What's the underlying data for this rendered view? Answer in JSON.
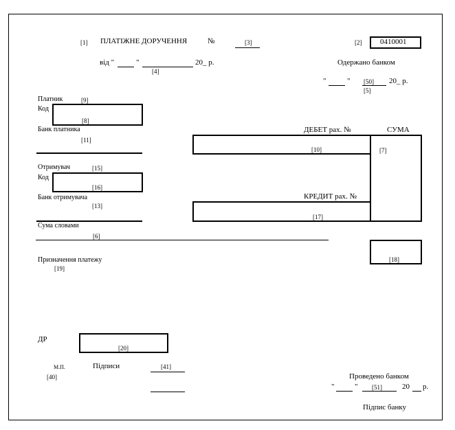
{
  "header": {
    "ref1": "[1]",
    "title": "ПЛАТІЖНЕ ДОРУЧЕННЯ",
    "number_sign": "№",
    "ref3": "[3]",
    "ref2": "[2]",
    "form_code": "0410001",
    "date_from": "від \"",
    "quote": "\"",
    "year_suffix": "20_ р.",
    "ref4": "[4]",
    "received_by_bank": "Одержано банком",
    "quote_open": "\"",
    "quote_close": "\"",
    "ref50": "[50]",
    "year_received": "20_ р.",
    "ref5": "[5]"
  },
  "payer": {
    "label": "Платник",
    "ref9": "[9]",
    "code_label": "Код",
    "ref8": "[8]",
    "bank_label": "Банк платника",
    "ref11": "[11]"
  },
  "debit": {
    "label": "ДЕБЕТ рах. №",
    "ref10": "[10]",
    "sum_label": "СУМА",
    "ref7": "[7]"
  },
  "recipient": {
    "label": "Отримувач",
    "ref15": "[15]",
    "code_label": "Код",
    "ref16": "[16]",
    "bank_label": "Банк отримувача",
    "ref13": "[13]"
  },
  "credit": {
    "label": "КРЕДИТ рах. №",
    "ref17": "[17]"
  },
  "amount_words": {
    "label": "Сума словами",
    "ref6": "[6]"
  },
  "purpose": {
    "label": "Призначення платежу",
    "ref19": "[19]",
    "ref18": "[18]"
  },
  "dr": {
    "label": "ДР",
    "ref20": "[20]"
  },
  "signatures": {
    "stamp": "М.П.",
    "ref40": "[40]",
    "label": "Підписи",
    "ref41": "[41]"
  },
  "processed": {
    "label": "Проведено банком",
    "quote_open": "\"",
    "quote_close": "\"",
    "ref51": "[51]",
    "year": "20",
    "year_suffix": "р.",
    "bank_signature": "Підпис банку"
  }
}
